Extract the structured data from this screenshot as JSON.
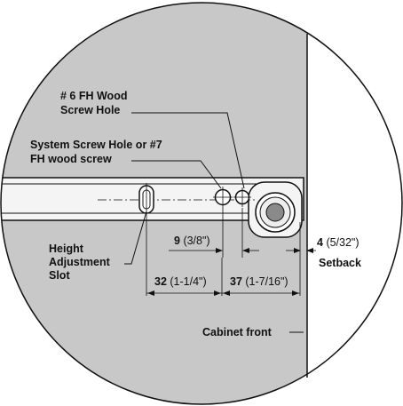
{
  "colors": {
    "background": "#c8c8c8",
    "cabinet": "#ffffff",
    "rail": "#f2f2f2",
    "outline": "#111111"
  },
  "labels": {
    "screw6_line1": "# 6 FH Wood",
    "screw6_line2": "Screw Hole",
    "system_line1": "System Screw Hole or #7",
    "system_line2": "FH wood screw",
    "height_line1": "Height",
    "height_line2": "Adjustment",
    "height_line3": "Slot",
    "setback": "Setback",
    "cabinet_front": "Cabinet front"
  },
  "dimensions": {
    "d9": {
      "value": "9",
      "imperial": "(3/8\")"
    },
    "d4": {
      "value": "4",
      "imperial": "(5/32\")"
    },
    "d32": {
      "value": "32",
      "imperial": "(1-1/4\")"
    },
    "d37": {
      "value": "37",
      "imperial": "(1-7/16\")"
    }
  }
}
